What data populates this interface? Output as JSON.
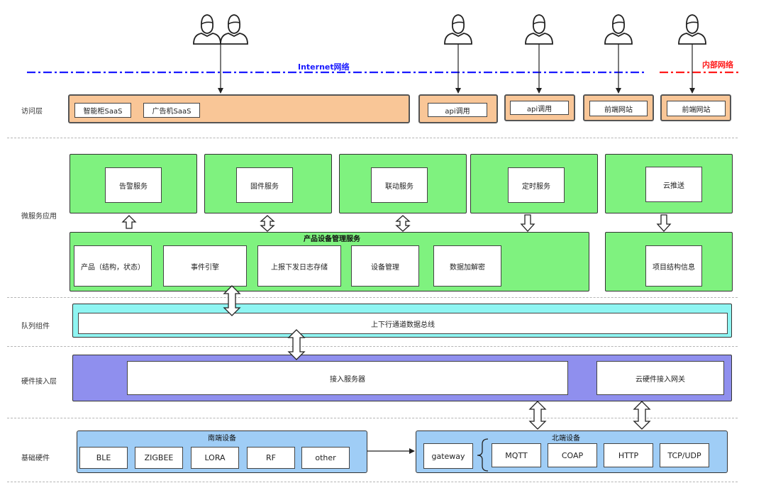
{
  "network": {
    "internet_label": "Internet网络",
    "internal_label": "内部网络",
    "internet_color": "#1a1aff",
    "internal_color": "#ff1a1a"
  },
  "layers": {
    "access": "访问层",
    "microservice": "微服务应用",
    "queue": "队列组件",
    "hardware_access": "硬件接入层",
    "base_hardware": "基础硬件"
  },
  "access": {
    "saas1": "智能柜SaaS",
    "saas2": "广告机SaaS",
    "api1": "api调用",
    "api2": "api调用",
    "frontend1": "前端网站",
    "frontend2": "前端网站"
  },
  "services": {
    "alarm": "告警服务",
    "firmware": "固件服务",
    "linkage": "联动服务",
    "timer": "定时服务",
    "cloud_push": "云推送"
  },
  "product_mgmt": {
    "title": "产品设备管理服务",
    "items": [
      "产品（结构，状态）",
      "事件引擎",
      "上报下发日志存储",
      "设备管理",
      "数据加解密"
    ],
    "project_info": "项目结构信息"
  },
  "queue": {
    "bus": "上下行通道数据总线"
  },
  "hardware": {
    "access_server": "接入服务器",
    "cloud_gateway": "云硬件接入网关"
  },
  "south": {
    "title": "南端设备",
    "devices": [
      "BLE",
      "ZIGBEE",
      "LORA",
      "RF",
      "other"
    ]
  },
  "north": {
    "title": "北端设备",
    "gateway": "gateway",
    "protocols": [
      "MQTT",
      "COAP",
      "HTTP",
      "TCP/UDP"
    ]
  },
  "colors": {
    "access": "#f9c697",
    "service": "#7ff27f",
    "queue": "#8ff5f2",
    "hardware": "#8f8fee",
    "base": "#9fcdf6"
  }
}
